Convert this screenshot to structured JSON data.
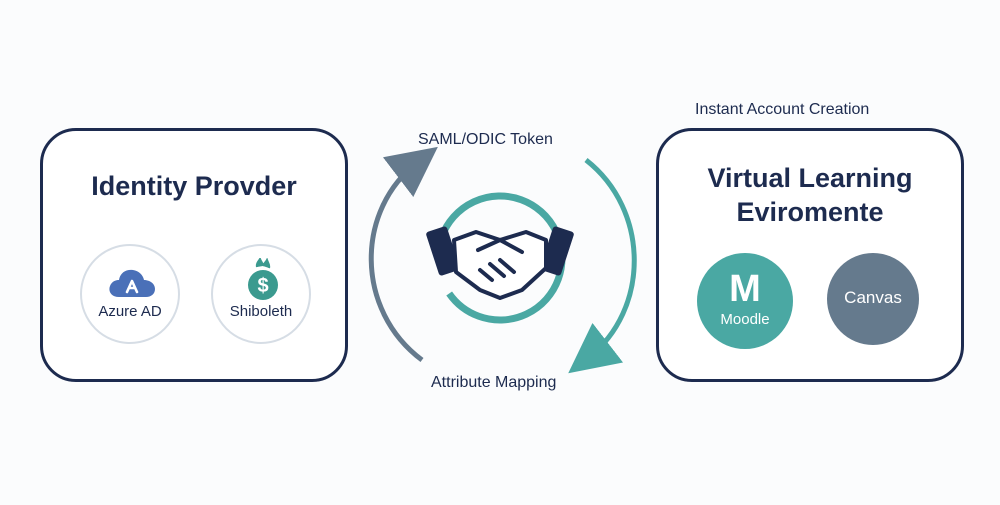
{
  "instant_account_creation": "Instant Account Creation",
  "identity_provider": {
    "title": "Identity Provder",
    "items": [
      {
        "label": "Azure AD",
        "icon": "cloud-icon"
      },
      {
        "label": "Shiboleth",
        "icon": "dollar-flame-icon"
      }
    ]
  },
  "exchange": {
    "top_label": "SAML/ODIC Token",
    "bottom_label": "Attribute Mapping",
    "icon": "handshake-icon"
  },
  "vle": {
    "title_line1": "Virtual Learning",
    "title_line2": "Eviromente",
    "items": [
      {
        "label": "Moodle",
        "icon_letter": "M"
      },
      {
        "label": "Canvas"
      }
    ]
  },
  "colors": {
    "navy": "#1d2b4f",
    "teal": "#4aa8a3",
    "slate": "#657a8d",
    "azure_blue": "#4a70b8",
    "shib_green": "#3b9a8f"
  }
}
